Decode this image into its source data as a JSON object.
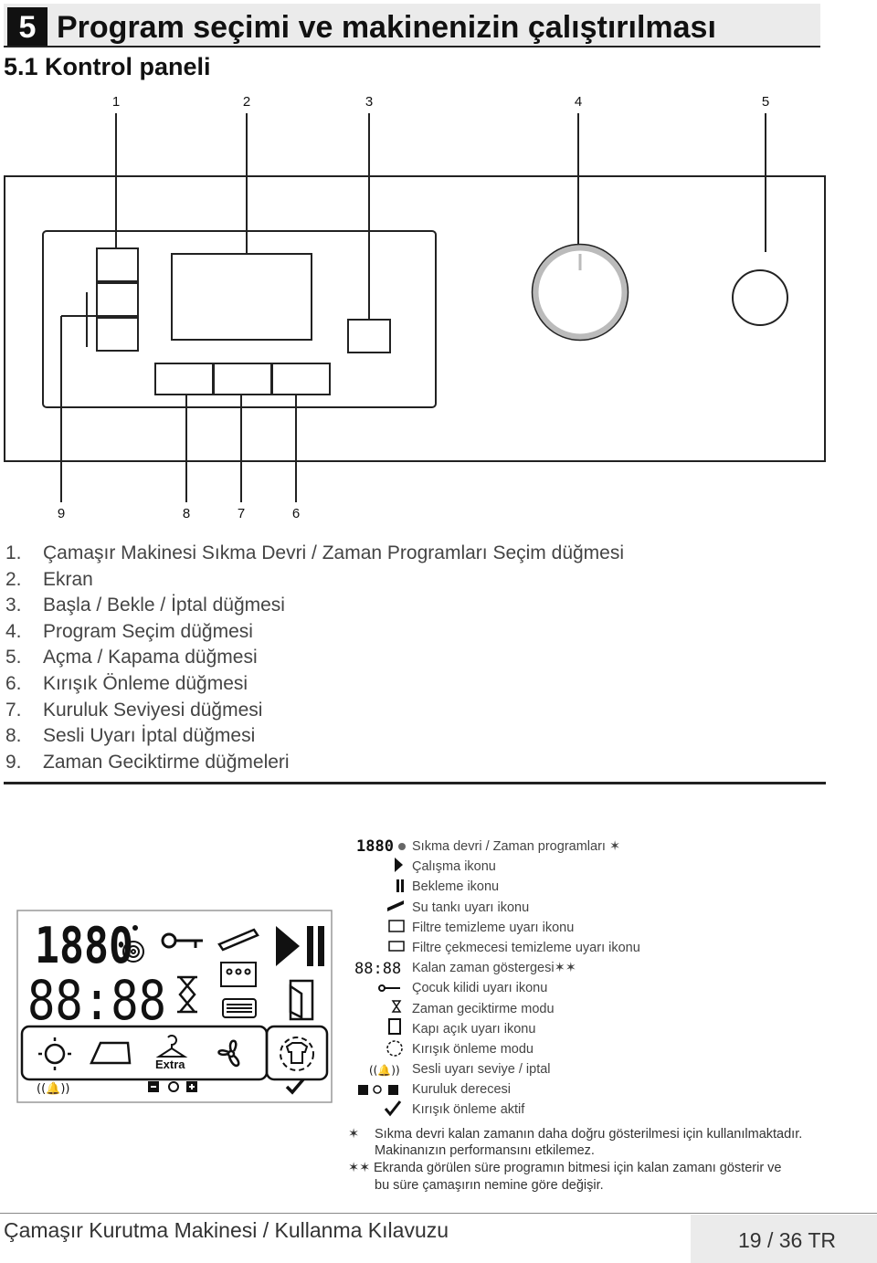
{
  "header": {
    "section_number": "5",
    "title": "Program seçimi ve makinenizin çalıştırılması"
  },
  "subtitle": "5.1 Kontrol paneli",
  "top_labels": [
    "1",
    "2",
    "3",
    "4",
    "5"
  ],
  "bottom_labels": [
    "9",
    "8",
    "7",
    "6"
  ],
  "controls": [
    {
      "n": "1.",
      "text": "Çamaşır Makinesi Sıkma Devri / Zaman Programları Seçim düğmesi"
    },
    {
      "n": "2.",
      "text": "Ekran"
    },
    {
      "n": "3.",
      "text": "Başla / Bekle / İptal düğmesi"
    },
    {
      "n": "4.",
      "text": "Program Seçim düğmesi"
    },
    {
      "n": "5.",
      "text": "Açma / Kapama düğmesi"
    },
    {
      "n": "6.",
      "text": "Kırışık Önleme düğmesi"
    },
    {
      "n": "7.",
      "text": "Kuruluk Seviyesi düğmesi"
    },
    {
      "n": "8.",
      "text": "Sesli Uyarı İptal düğmesi"
    },
    {
      "n": "9.",
      "text": "Zaman Geciktirme düğmeleri"
    }
  ],
  "display": {
    "digits_top": "1880",
    "digits_bottom": "88:88",
    "extra_label": "Extra"
  },
  "legend": [
    {
      "icon": "spin-digits-icon",
      "text": "Sıkma devri / Zaman programları ✶"
    },
    {
      "icon": "play-icon",
      "text": "Çalışma ikonu"
    },
    {
      "icon": "pause-icon",
      "text": "Bekleme ikonu"
    },
    {
      "icon": "water-tank-icon",
      "text": "Su tankı uyarı ikonu"
    },
    {
      "icon": "filter-icon",
      "text": "Filtre temizleme uyarı ikonu"
    },
    {
      "icon": "filter-drawer-icon",
      "text": "Filtre çekmecesi temizleme uyarı ikonu"
    },
    {
      "icon": "remaining-time-icon",
      "text": "Kalan zaman göstergesi✶✶"
    },
    {
      "icon": "key-icon",
      "text": "Çocuk kilidi uyarı ikonu"
    },
    {
      "icon": "hourglass-icon",
      "text": "Zaman geciktirme modu"
    },
    {
      "icon": "door-icon",
      "text": "Kapı açık uyarı ikonu"
    },
    {
      "icon": "anti-crease-icon",
      "text": "Kırışık önleme modu"
    },
    {
      "icon": "bell-icon",
      "text": "Sesli uyarı seviye / iptal"
    },
    {
      "icon": "dryness-icon",
      "text": "Kuruluk derecesi"
    },
    {
      "icon": "check-icon",
      "text": "Kırışık önleme aktif"
    }
  ],
  "notes": {
    "star1": "✶",
    "note1_line1": "Sıkma devri kalan zamanın daha doğru gösterilmesi için kullanılmaktadır.",
    "note1_line2": "Makinanızın performansını etkilemez.",
    "star2": "✶✶",
    "note2_line1": "Ekranda görülen süre programın bitmesi için kalan zamanı gösterir ve",
    "note2_line2": "bu süre çamaşırın nemine göre değişir."
  },
  "footer": {
    "left": "Çamaşır Kurutma Makinesi / Kullanma Kılavuzu",
    "right": "19 / 36 TR"
  }
}
